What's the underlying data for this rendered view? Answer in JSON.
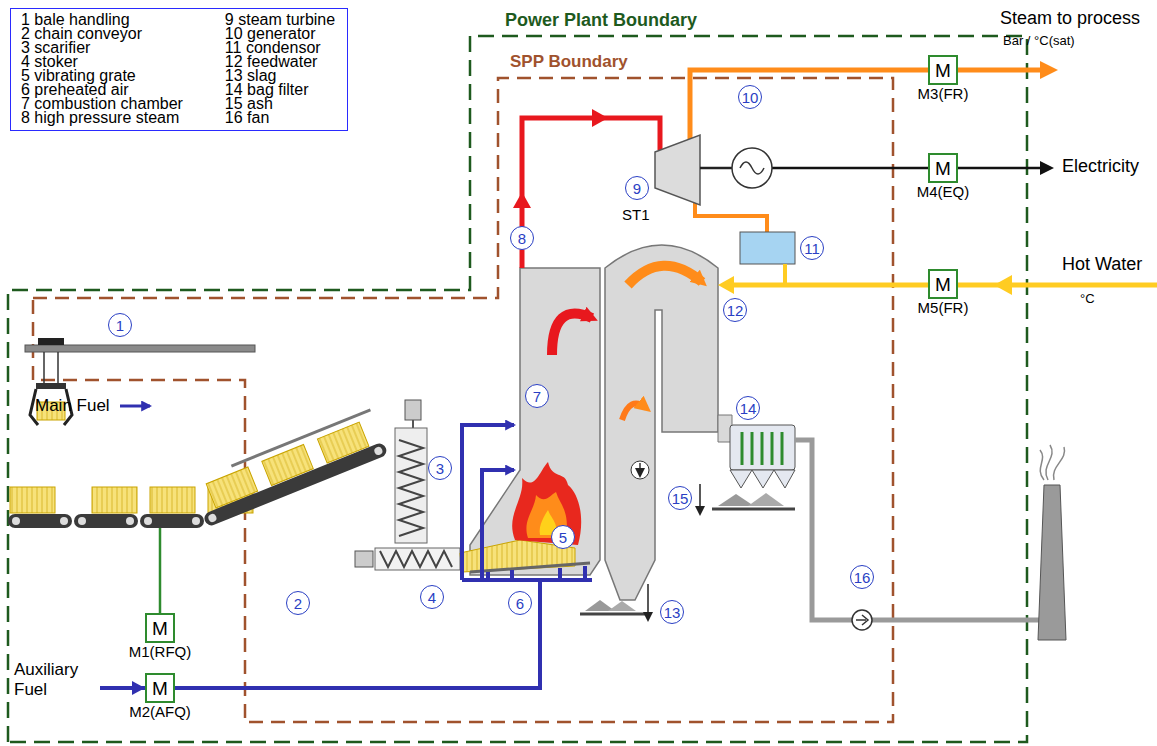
{
  "diagram": {
    "nodes": [
      {
        "text": [
          "1 bale handling",
          "2 chain conveyor",
          "3 scarifier",
          "4 stoker",
          "5 vibrating grate",
          "6 preheated air",
          "7 combustion chamber",
          "8 high pressure steam",
          "9 steam turbine",
          "10 generator",
          "11 condensor",
          "12 feedwater",
          "13 slag",
          "14 bag filter",
          "15 ash",
          "16 fan"
        ]
      },
      {
        "text": [
          "M",
          "M1(RFQ)"
        ]
      },
      {
        "text": [
          "M",
          "M2(AFQ)"
        ]
      },
      {
        "text": [
          "M",
          "M3(FR)"
        ]
      },
      {
        "text": [
          "M",
          "M4(EQ)"
        ]
      },
      {
        "text": [
          "M",
          "M5(FR)"
        ]
      }
    ],
    "labels": [
      "Power Plant Boundary",
      "SPP Boundary",
      "Steam to process",
      "Bar / °C(sat)",
      "Electricity",
      "Hot Water",
      "°C",
      "Main Fuel",
      "Auxiliary Fuel",
      "ST1",
      "1",
      "2",
      "3",
      "4",
      "5",
      "6",
      "7",
      "8",
      "9",
      "10",
      "11",
      "12",
      "13",
      "14",
      "15",
      "16"
    ]
  }
}
